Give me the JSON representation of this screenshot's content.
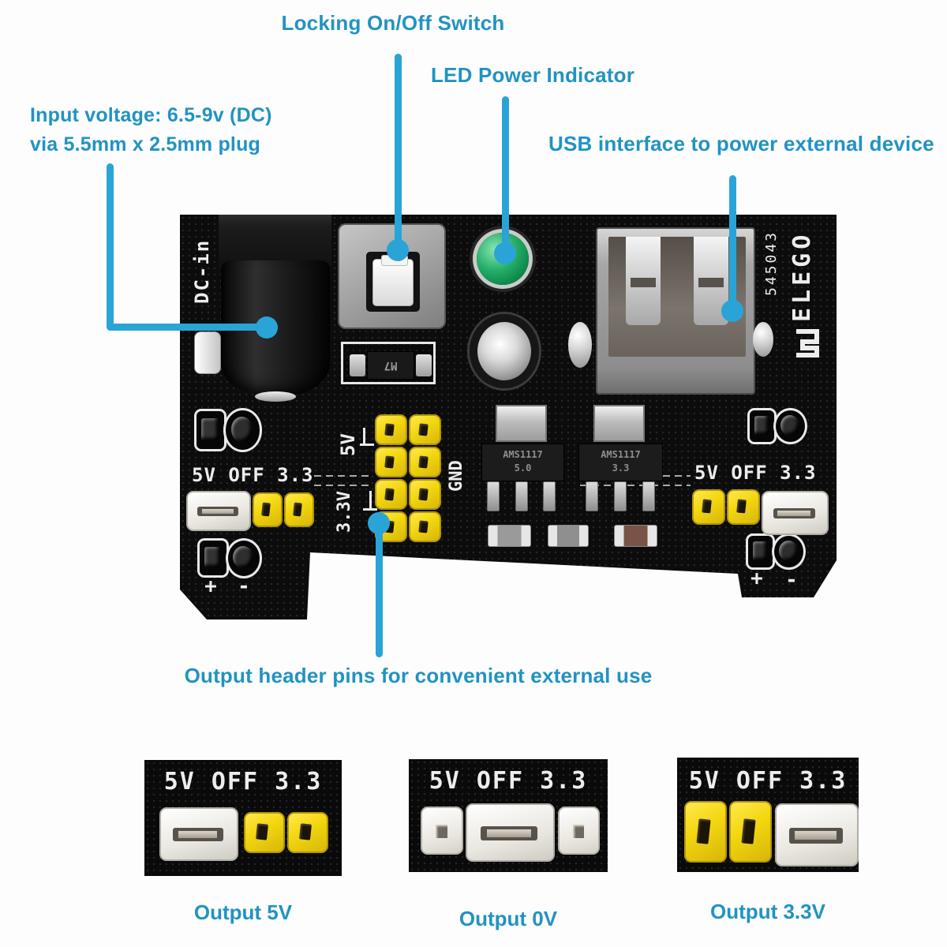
{
  "colors": {
    "accent": "#2aa4d6",
    "label": "#2193c2",
    "board": "#0c0c0c",
    "silk": "#ededed",
    "yellow": "#f2d60e",
    "green": "#1aa45e"
  },
  "annotations": {
    "switch_label": "Locking On/Off Switch",
    "led_label": "LED Power Indicator",
    "input_label_line1": "Input voltage: 6.5-9v (DC)",
    "input_label_line2": "via 5.5mm x 2.5mm plug",
    "usb_label": "USB interface to power external device",
    "output_label": "Output header pins for convenient external use"
  },
  "board": {
    "dc_in": "DC-in",
    "serial": "545043",
    "brand": "ELEGO",
    "left_rail": "5V OFF 3.3",
    "right_rail": "5V OFF 3.3",
    "label_5v": "5V",
    "label_3v3": "3.3V",
    "label_gnd": "GND",
    "plus": "+",
    "minus": "-",
    "diode": "M7",
    "regulators": [
      {
        "name": "AMS1117",
        "voltage": "5.0"
      },
      {
        "name": "AMS1117",
        "voltage": "3.3"
      }
    ]
  },
  "examples": [
    {
      "silkscreen": "5V OFF 3.3",
      "caption": "Output 5V",
      "jumper": "5V"
    },
    {
      "silkscreen": "5V OFF 3.3",
      "caption": "Output 0V",
      "jumper": "OFF"
    },
    {
      "silkscreen": "5V OFF 3.3",
      "caption": "Output 3.3V",
      "jumper": "3.3"
    }
  ]
}
